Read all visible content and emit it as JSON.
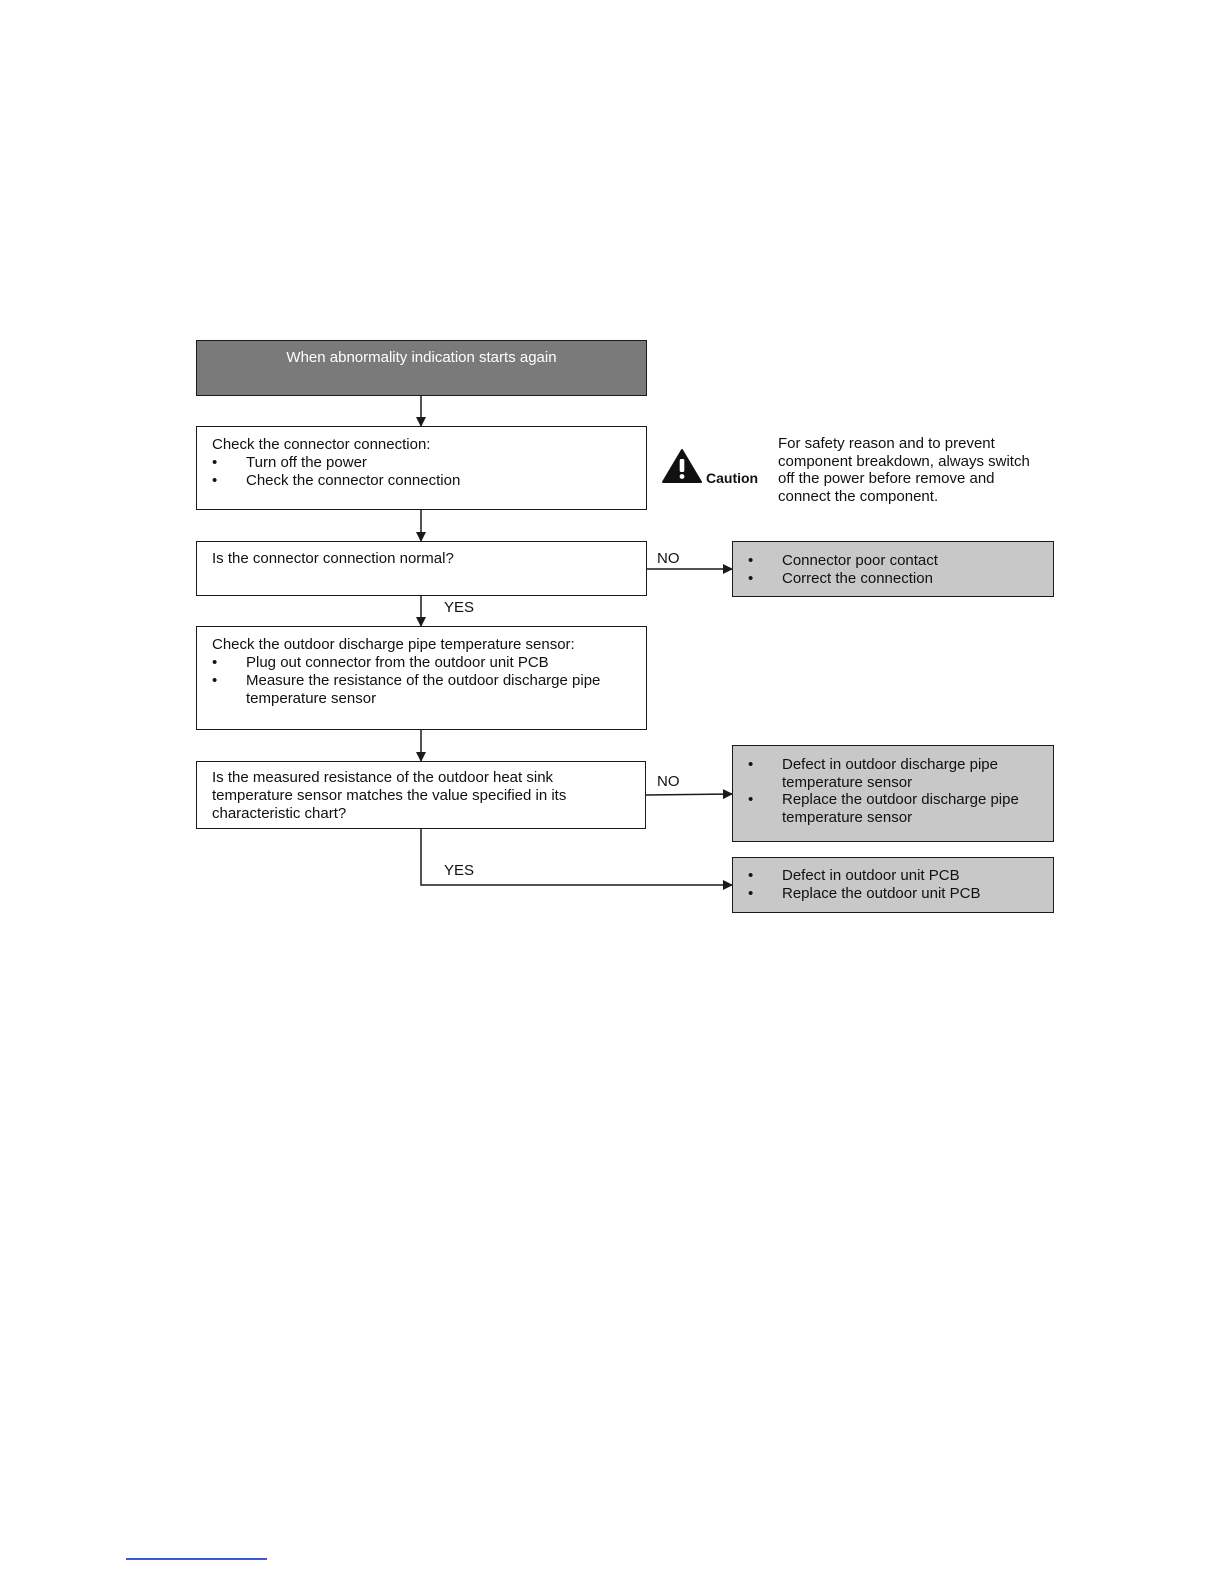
{
  "start_box": {
    "text": "When abnormality indication starts again"
  },
  "check_connector": {
    "title": "Check the connector connection:",
    "items": [
      "Turn off the power",
      "Check the connector connection"
    ]
  },
  "caution": {
    "label": "Caution",
    "text": "For safety reason and to prevent component breakdown, always switch off the power before remove and connect the component."
  },
  "q_connector": {
    "text": "Is the connector connection normal?"
  },
  "result_connector": {
    "items": [
      "Connector poor contact",
      "Correct the connection"
    ]
  },
  "check_sensor": {
    "title": "Check the outdoor discharge pipe temperature sensor:",
    "items": [
      "Plug out connector from the outdoor unit PCB",
      "Measure the resistance of the outdoor discharge pipe temperature sensor"
    ]
  },
  "q_resistance": {
    "text": "Is the measured resistance of the outdoor heat sink temperature sensor matches the value specified in its characteristic chart?"
  },
  "result_sensor": {
    "items": [
      "Defect in outdoor discharge pipe temperature sensor",
      "Replace the outdoor discharge pipe temperature sensor"
    ]
  },
  "result_pcb": {
    "items": [
      "Defect in outdoor unit PCB",
      "Replace the outdoor unit PCB"
    ]
  },
  "labels": {
    "no": "NO",
    "yes": "YES"
  }
}
